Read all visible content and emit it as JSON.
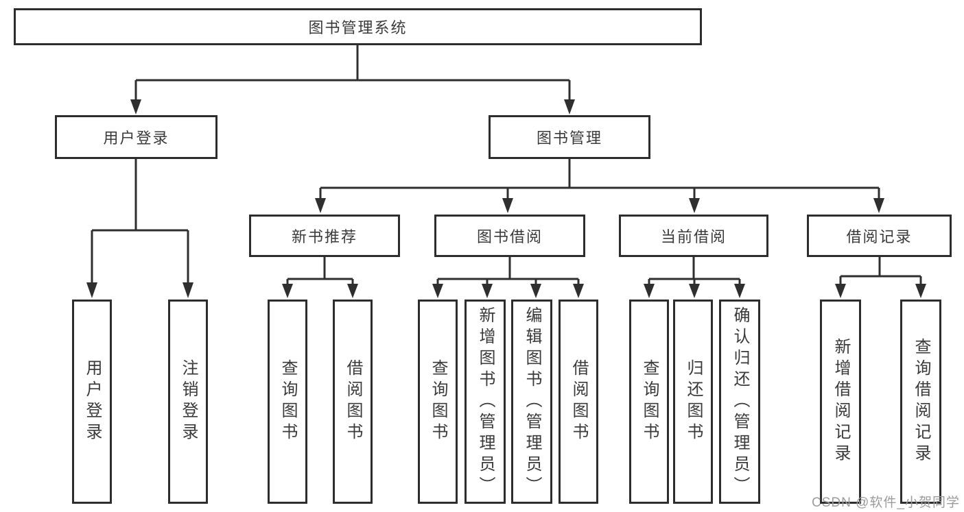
{
  "diagram": {
    "type": "function-tree",
    "root": {
      "label": "图书管理系统",
      "children": [
        {
          "label": "用户登录",
          "children": [
            {
              "label": "用户登录"
            },
            {
              "label": "注销登录"
            }
          ]
        },
        {
          "label": "图书管理",
          "children": [
            {
              "label": "新书推荐",
              "children": [
                {
                  "label": "查询图书"
                },
                {
                  "label": "借阅图书"
                }
              ]
            },
            {
              "label": "图书借阅",
              "children": [
                {
                  "label": "查询图书"
                },
                {
                  "label": "新增图书（管理员）"
                },
                {
                  "label": "编辑图书（管理员）"
                },
                {
                  "label": "借阅图书"
                }
              ]
            },
            {
              "label": "当前借阅",
              "children": [
                {
                  "label": "查询图书"
                },
                {
                  "label": "归还图书"
                },
                {
                  "label": "确认归还（管理员）"
                }
              ]
            },
            {
              "label": "借阅记录",
              "children": [
                {
                  "label": "新增借阅记录"
                },
                {
                  "label": "查询借阅记录"
                }
              ]
            }
          ]
        }
      ]
    },
    "colors": {
      "box_border": "#2d2d2d",
      "connector": "#2f2f2f",
      "text": "#3a3a3a",
      "watermark": "#9b9b9b",
      "background": "#ffffff"
    }
  },
  "watermark": {
    "text": "CSDN @软件_小贺同学"
  }
}
